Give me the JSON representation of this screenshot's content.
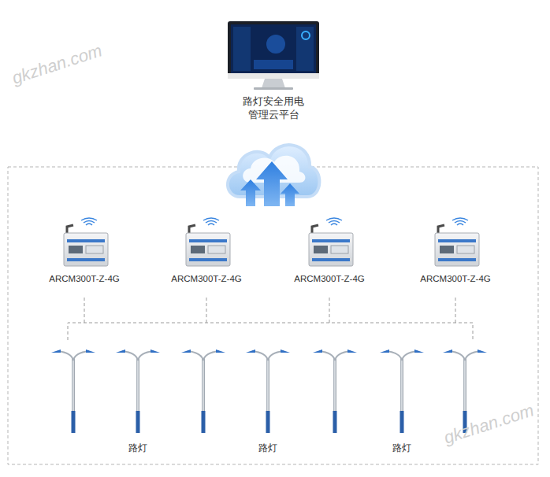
{
  "diagram": {
    "nodes": [
      {
        "text": [
          "路灯安全用电 管理云平台"
        ]
      },
      {
        "text": [
          "ARCM300T-Z-4G"
        ]
      },
      {
        "text": [
          "ARCM300T-Z-4G"
        ]
      },
      {
        "text": [
          "ARCM300T-Z-4G"
        ]
      },
      {
        "text": [
          "ARCM300T-Z-4G"
        ]
      }
    ],
    "labels": [
      "路灯",
      "路灯",
      "路灯",
      "gkzhan.com",
      "gkzhan.com"
    ]
  }
}
